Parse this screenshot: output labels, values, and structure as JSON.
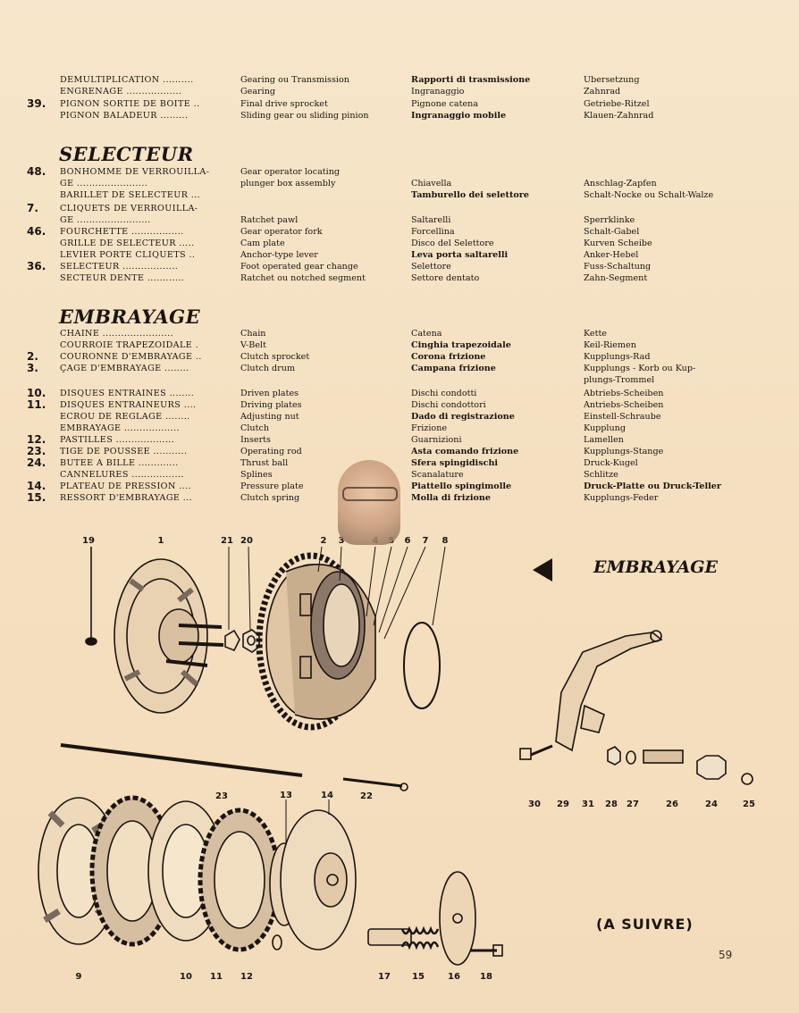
{
  "gearing_rows": [
    {
      "num": "",
      "fr": "DEMULTIPLICATION ..........",
      "en": "Gearing ou Transmission",
      "it": "Rapporti di trasmissione",
      "de": "Ubersetzung"
    },
    {
      "num": "",
      "fr": "ENGRENAGE ..................",
      "en": "Gearing",
      "it": "Ingranaggio",
      "de": "Zahnrad"
    },
    {
      "num": "39.",
      "fr": "PIGNON SORTIE DE BOITE ..",
      "en": "Final drive sprocket",
      "it": "Pignone catena",
      "de": "Getriebe-Ritzel"
    },
    {
      "num": "",
      "fr": "PIGNON BALADEUR .........",
      "en": "Sliding gear ou sliding pinion",
      "it": "Ingranaggio mobile",
      "de": "Klauen-Zahnrad"
    }
  ],
  "selecteur": {
    "title": "SELECTEUR",
    "rows": [
      {
        "num": "48.",
        "fr": "BONHOMME DE VERROUILLA-",
        "en": "Gear operator locating",
        "it": "",
        "de": ""
      },
      {
        "num": "",
        "fr": "     GE .......................",
        "en": "   plunger box assembly",
        "it": "Chiavella",
        "de": "Anschlag-Zapfen"
      },
      {
        "num": "",
        "fr": "BARILLET DE SELECTEUR ...",
        "en": "",
        "it": "Tamburello dei selettore",
        "de": "Schalt-Nocke ou Schalt-Walze"
      },
      {
        "num": "7.",
        "fr": "CLIQUETS DE VERROUILLA-",
        "en": "",
        "it": "",
        "de": ""
      },
      {
        "num": "",
        "fr": "     GE ........................",
        "en": "Ratchet pawl",
        "it": "Saltarelli",
        "de": "Sperrklinke"
      },
      {
        "num": "46.",
        "fr": "FOURCHETTE .................",
        "en": "Gear operator fork",
        "it": "Forcellina",
        "de": "Schalt-Gabel"
      },
      {
        "num": "",
        "fr": "GRILLE DE SELECTEUR .....",
        "en": "Cam plate",
        "it": "Disco del Selettore",
        "de": "Kurven Scheibe"
      },
      {
        "num": "",
        "fr": "LEVIER PORTE CLIQUETS ..",
        "en": "Anchor-type lever",
        "it": "Leva porta saltarelli",
        "de": "Anker-Hebel"
      },
      {
        "num": "36.",
        "fr": "SELECTEUR ..................",
        "en": "Foot operated gear change",
        "it": "Selettore",
        "de": "Fuss-Schaltung"
      },
      {
        "num": "",
        "fr": "SECTEUR DENTE ............",
        "en": "Ratchet ou notched segment",
        "it": "Settore dentato",
        "de": "Zahn-Segment"
      }
    ]
  },
  "embrayage": {
    "title": "EMBRAYAGE",
    "rows": [
      {
        "num": "",
        "fr": "CHAINE .......................",
        "en": "Chain",
        "it": "Catena",
        "de": "Kette"
      },
      {
        "num": "",
        "fr": "COURROIE TRAPEZOIDALE .",
        "en": "V-Belt",
        "it": "Cinghia trapezoidale",
        "de": "Keil-Riemen"
      },
      {
        "num": "2.",
        "fr": "COURONNE D'EMBRAYAGE ..",
        "en": "Clutch sprocket",
        "it": "Corona frizione",
        "de": "Kupplungs-Rad"
      },
      {
        "num": "3.",
        "fr": "ÇAGE D'EMBRAYAGE ........",
        "en": "Clutch drum",
        "it": "Campana frizione",
        "de": "Kupplungs - Korb ou Kup-"
      },
      {
        "num": "",
        "fr": "",
        "en": "",
        "it": "",
        "de": "   plungs-Trommel"
      },
      {
        "num": "10.",
        "fr": "DISQUES ENTRAINES ........",
        "en": "Driven plates",
        "it": "Dischi condotti",
        "de": "Abtriebs-Scheiben"
      },
      {
        "num": "11.",
        "fr": "DISQUES ENTRAINEURS ....",
        "en": "Driving plates",
        "it": "Dischi condottori",
        "de": "Antriebs-Scheiben"
      },
      {
        "num": "",
        "fr": "ECROU DE REGLAGE ........",
        "en": "Adjusting nut",
        "it": "Dado di registrazione",
        "de": "Einstell-Schraube"
      },
      {
        "num": "",
        "fr": "EMBRAYAGE ..................",
        "en": "Clutch",
        "it": "Frizione",
        "de": "Kupplung"
      },
      {
        "num": "12.",
        "fr": "PASTILLES ...................",
        "en": "Inserts",
        "it": "Guarnizioni",
        "de": "Lamellen"
      },
      {
        "num": "23.",
        "fr": "TIGE DE POUSSEE ...........",
        "en": "Operating rod",
        "it": "Asta comando frizione",
        "de": "Kupplungs-Stange"
      },
      {
        "num": "24.",
        "fr": "BUTEE A BILLE .............",
        "en": "Thrust ball",
        "it": "Sfera spingidischi",
        "de": "Druck-Kugel"
      },
      {
        "num": "",
        "fr": "CANNELURES .................",
        "en": "Splines",
        "it": "Scanalature",
        "de": "Schlitze"
      },
      {
        "num": "14.",
        "fr": "PLATEAU DE PRESSION ....",
        "en": "Pressure plate",
        "it": "Piattello spingimolle",
        "de": "Druck-Platte ou Druck-Teller"
      },
      {
        "num": "15.",
        "fr": "RESSORT D'EMBRAYAGE ...",
        "en": "Clutch spring",
        "it": "Molla di frizione",
        "de": "Kupplungs-Feder"
      }
    ]
  },
  "diagram": {
    "label": "EMBRAYAGE",
    "callouts_top": [
      "19",
      "1",
      "21",
      "20",
      "2",
      "3",
      "4",
      "5",
      "6",
      "7",
      "8"
    ],
    "callouts_mid": [
      "23",
      "22",
      "13",
      "14"
    ],
    "callouts_bottom": [
      "9",
      "10",
      "11",
      "12",
      "17",
      "15",
      "16",
      "18"
    ],
    "callouts_lever": [
      "30",
      "29",
      "31",
      "28",
      "27",
      "26",
      "24",
      "25"
    ]
  },
  "footer": {
    "suivre": "(A SUIVRE)",
    "page_number": "59"
  }
}
